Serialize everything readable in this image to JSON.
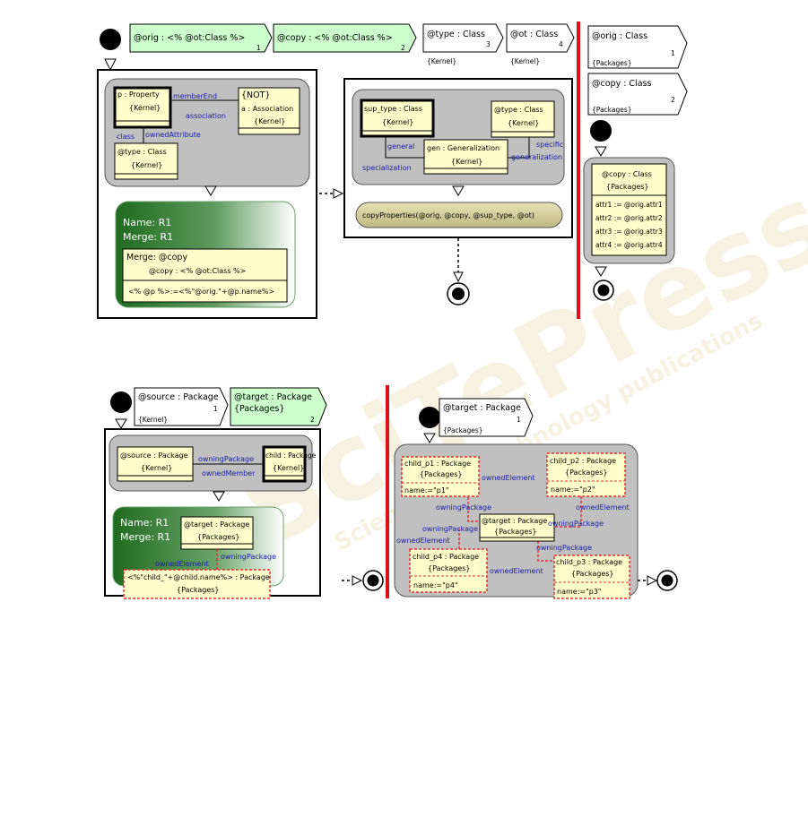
{
  "watermark": {
    "big": "SciTePress",
    "small": "Science and technology publications"
  },
  "colors": {
    "object_fill": "#ffffcc",
    "pattern_gray": "#c0c0c0",
    "param_green": "#ccffcc",
    "red_separator": "#e0101a",
    "dashed_red": "#e03030",
    "dark_green": "#1f6b1f",
    "link_blue": "#1a1aa8"
  },
  "top": {
    "params": [
      {
        "text": "@orig : <% @ot:Class %>",
        "num": "1",
        "pkg": ""
      },
      {
        "text": "@copy : <% @ot:Class %>",
        "num": "2",
        "pkg": ""
      },
      {
        "text": "@type : Class",
        "num": "3",
        "pkg": "{Kernel}"
      },
      {
        "text": "@ot : Class",
        "num": "4",
        "pkg": "{Kernel}"
      }
    ],
    "left_rule": {
      "prop_name": "p : Property",
      "prop_pkg": "{Kernel}",
      "not_label": "{NOT}",
      "assoc_name": "a : Association",
      "assoc_pkg": "{Kernel}",
      "type_name": "@type : Class",
      "type_pkg": "{Kernel}",
      "link_memberEnd": "memberEnd",
      "link_association": "association",
      "link_class": "class",
      "link_ownedAttribute": "ownedAttribute",
      "name_line": "Name: R1",
      "merge_line": "Merge: R1",
      "merge_title": "Merge: @copy",
      "merge_sub": "@copy : <% @ot:Class %>",
      "merge_expr": "<% @p %>:=<%\"@orig.\"+@p.name%>"
    },
    "mid_rule": {
      "sup_name": "sup_type : Class",
      "sup_pkg": "{Kernel}",
      "type_name": "@type : Class",
      "type_pkg": "{Kernel}",
      "gen_name": "gen : Generalization",
      "gen_pkg": "{Kernel}",
      "link_general": "general",
      "link_specialization": "specialization",
      "link_specific": "specific",
      "link_generalization": "generalization",
      "action": "copyProperties(@orig, @copy, @sup_type, @ot)"
    },
    "right_params": [
      {
        "text": "@orig : Class",
        "num": "1",
        "pkg": "{Packages}"
      },
      {
        "text": "@copy : Class",
        "num": "2",
        "pkg": "{Packages}"
      }
    ],
    "right_rule": {
      "obj_name": "@copy : Class",
      "obj_pkg": "{Packages}",
      "attrs": [
        "attr1 := @orig.attr1",
        "attr2 := @orig.attr2",
        "attr3 := @orig.attr3",
        "attr4 := @orig.attr4"
      ]
    }
  },
  "bottom": {
    "params": [
      {
        "text": "@source : Package",
        "num": "1",
        "pkg": "{Kernel}"
      },
      {
        "text": "@target : Package",
        "num": "2",
        "pkg": "{Packages}"
      }
    ],
    "left_rule": {
      "source_name": "@source : Package",
      "source_pkg": "{Kernel}",
      "child_name": "child : Package",
      "child_pkg": "{Kernel}",
      "link_owningPackage": "owningPackage",
      "link_ownedMember": "ownedMember",
      "name_line": "Name: R1",
      "merge_line": "Merge: R1",
      "target_name": "@target : Package",
      "target_pkg": "{Packages}",
      "link_owningPackage2": "owningPackage",
      "link_ownedElement": "ownedElement",
      "new_name": "<%\"child_\"+@child.name%> : Package",
      "new_pkg": "{Packages}"
    },
    "right_param": {
      "text": "@target : Package",
      "num": "1",
      "pkg": "{Packages}"
    },
    "right_rule": {
      "target_name": "@target : Package",
      "target_pkg": "{Packages}",
      "children": [
        {
          "name": "child_p1 : Package",
          "pkg": "{Packages}",
          "attr": "name:=\"p1\""
        },
        {
          "name": "child_p2 : Package",
          "pkg": "{Packages}",
          "attr": "name:=\"p2\""
        },
        {
          "name": "child_p4 : Package",
          "pkg": "{Packages}",
          "attr": "name:=\"p4\""
        },
        {
          "name": "child_p3 : Package",
          "pkg": "{Packages}",
          "attr": "name:=\"p3\""
        }
      ],
      "link_ownedElement": "ownedElement",
      "link_owningPackage": "owningPackage"
    }
  }
}
